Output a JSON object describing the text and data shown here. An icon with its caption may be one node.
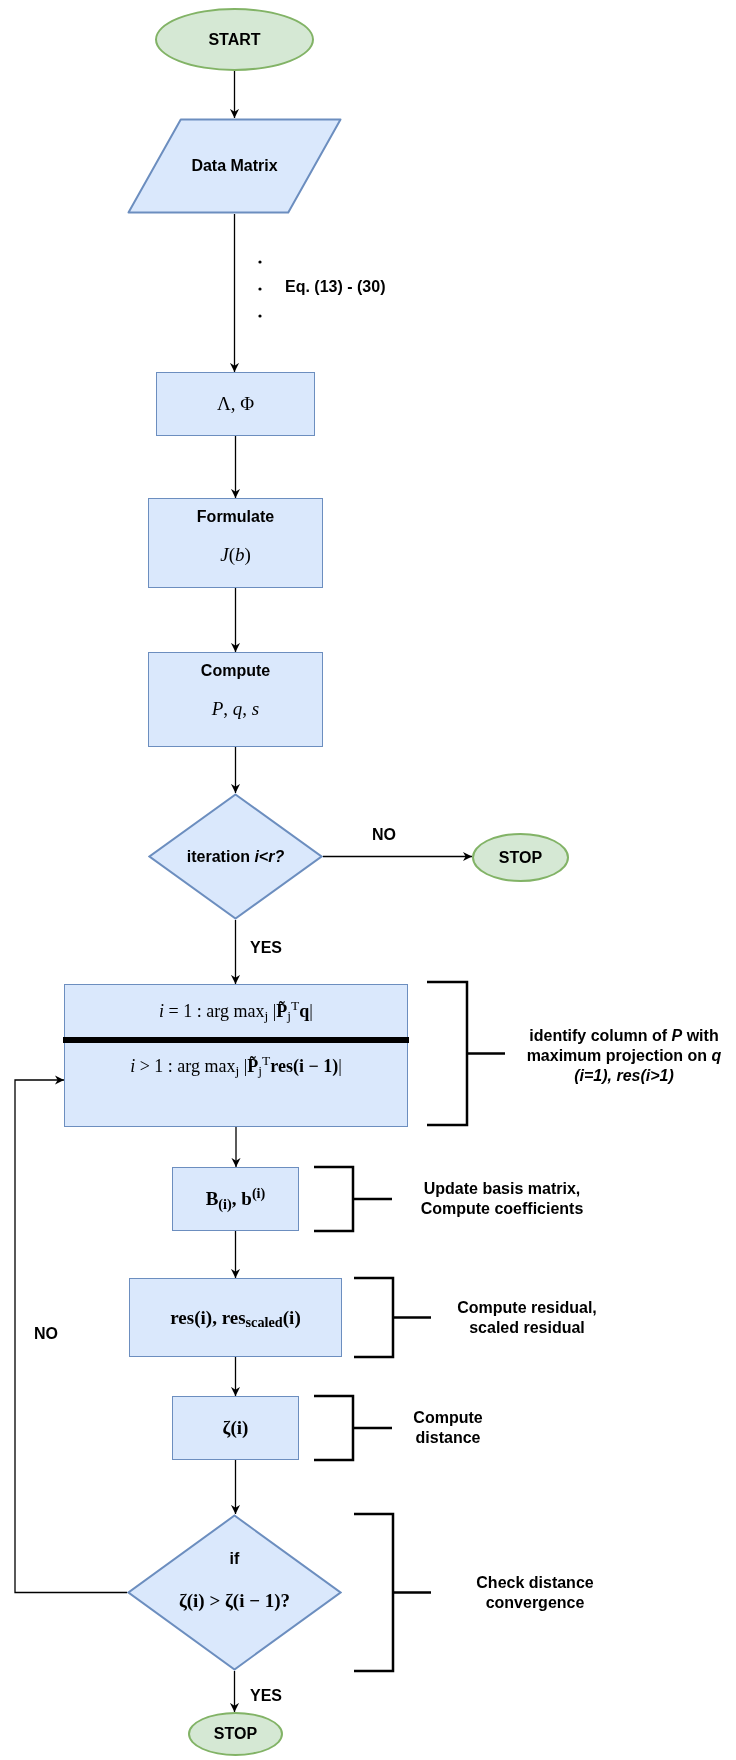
{
  "diagram": {
    "nodes": [
      {
        "text": [
          "START"
        ]
      },
      {
        "text": [
          "Data Matrix"
        ]
      },
      {
        "text": [
          "Λ, Φ"
        ]
      },
      {
        "text": [
          "Formulate",
          "*J*(*b*)"
        ]
      },
      {
        "text": [
          "Compute",
          "*P*, *q*, *s*"
        ]
      },
      {
        "text": [
          "iteration *i<r?*"
        ]
      },
      {
        "text": [
          "STOP"
        ]
      },
      {
        "text": [
          "*i* = 1 : arg max$_{j}$ |**P̃**$_{j}$$^{T}$**q**|",
          "*i* > 1 : arg max$_{j}$ |**P̃**$_{j}$$^{T}$**res(i − 1)**|"
        ]
      },
      {
        "text": [
          "B$_{(i)}$, b$^{(i)}$"
        ]
      },
      {
        "text": [
          "res(i), res$_{scaled}$(i)"
        ]
      },
      {
        "text": [
          "ζ(i)"
        ]
      },
      {
        "text": [
          "if",
          "ζ(i) > ζ(i − 1)?"
        ]
      },
      {
        "text": [
          "STOP"
        ]
      }
    ],
    "edges": [
      {
        "from": 0,
        "to": 1,
        "arrow": "to"
      },
      {
        "from": 1,
        "to": 2,
        "arrow": "to",
        "label": "Eq. (13) - (30)"
      },
      {
        "from": 2,
        "to": 3,
        "arrow": "to"
      },
      {
        "from": 3,
        "to": 4,
        "arrow": "to"
      },
      {
        "from": 4,
        "to": 5,
        "arrow": "to"
      },
      {
        "from": 5,
        "to": 6,
        "arrow": "to",
        "label": "NO"
      },
      {
        "from": 5,
        "to": 7,
        "arrow": "to",
        "label": "YES"
      },
      {
        "from": 7,
        "to": 8,
        "arrow": "to"
      },
      {
        "from": 8,
        "to": 9,
        "arrow": "to"
      },
      {
        "from": 9,
        "to": 10,
        "arrow": "to"
      },
      {
        "from": 10,
        "to": 11,
        "arrow": "to"
      },
      {
        "from": 11,
        "to": 7,
        "arrow": "to",
        "label": "NO"
      },
      {
        "from": 11,
        "to": 12,
        "arrow": "to",
        "label": "YES"
      }
    ],
    "labels": [
      "identify column of *P* with maximum projection on *q (i=1), res(i>1)*",
      "Update basis matrix, Compute coefficients",
      "Compute residual, scaled residual",
      "Compute distance",
      "Check distance convergence"
    ]
  }
}
